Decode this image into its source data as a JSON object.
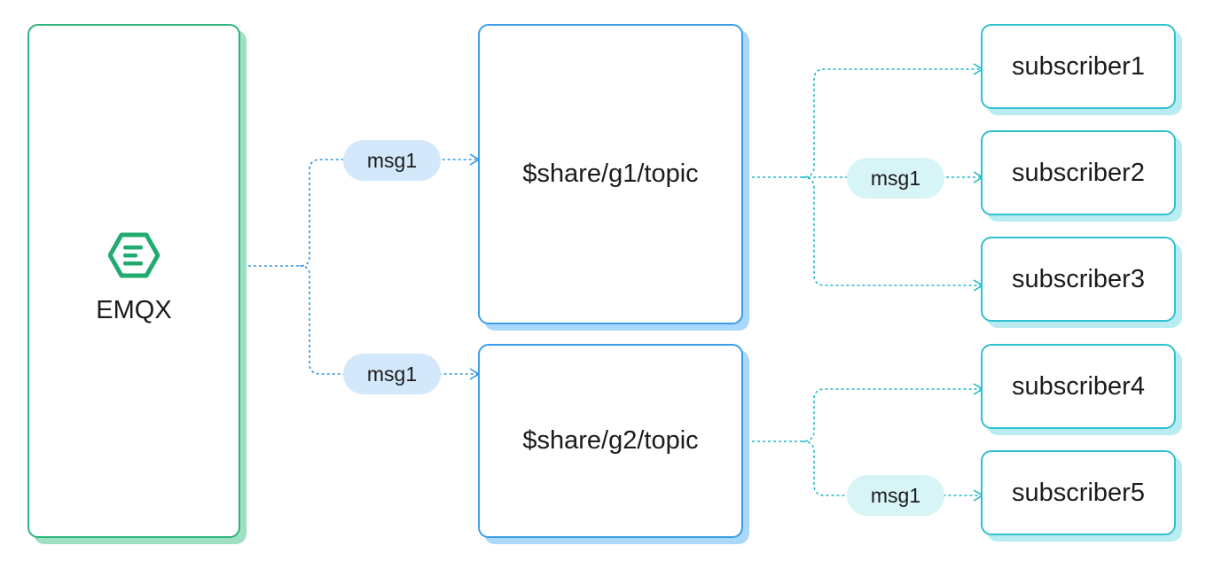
{
  "broker": {
    "label": "EMQX",
    "logo_icon": "emqx-logo-icon",
    "color": "#2bb57a"
  },
  "topics": [
    {
      "label": "$share/g1/topic"
    },
    {
      "label": "$share/g2/topic"
    }
  ],
  "subscribers": [
    {
      "label": "subscriber1"
    },
    {
      "label": "subscriber2"
    },
    {
      "label": "subscriber3"
    },
    {
      "label": "subscriber4"
    },
    {
      "label": "subscriber5"
    }
  ],
  "messages": {
    "to_g1": "msg1",
    "to_g2": "msg1",
    "g1_to_subscriber2": "msg1",
    "g2_to_subscriber5": "msg1"
  },
  "colors": {
    "broker_border": "#2bb57a",
    "topic_border": "#3a9de6",
    "subscriber_border": "#2ec1cf",
    "blue_line": "#2f95e6",
    "teal_line": "#1fb8c6"
  }
}
